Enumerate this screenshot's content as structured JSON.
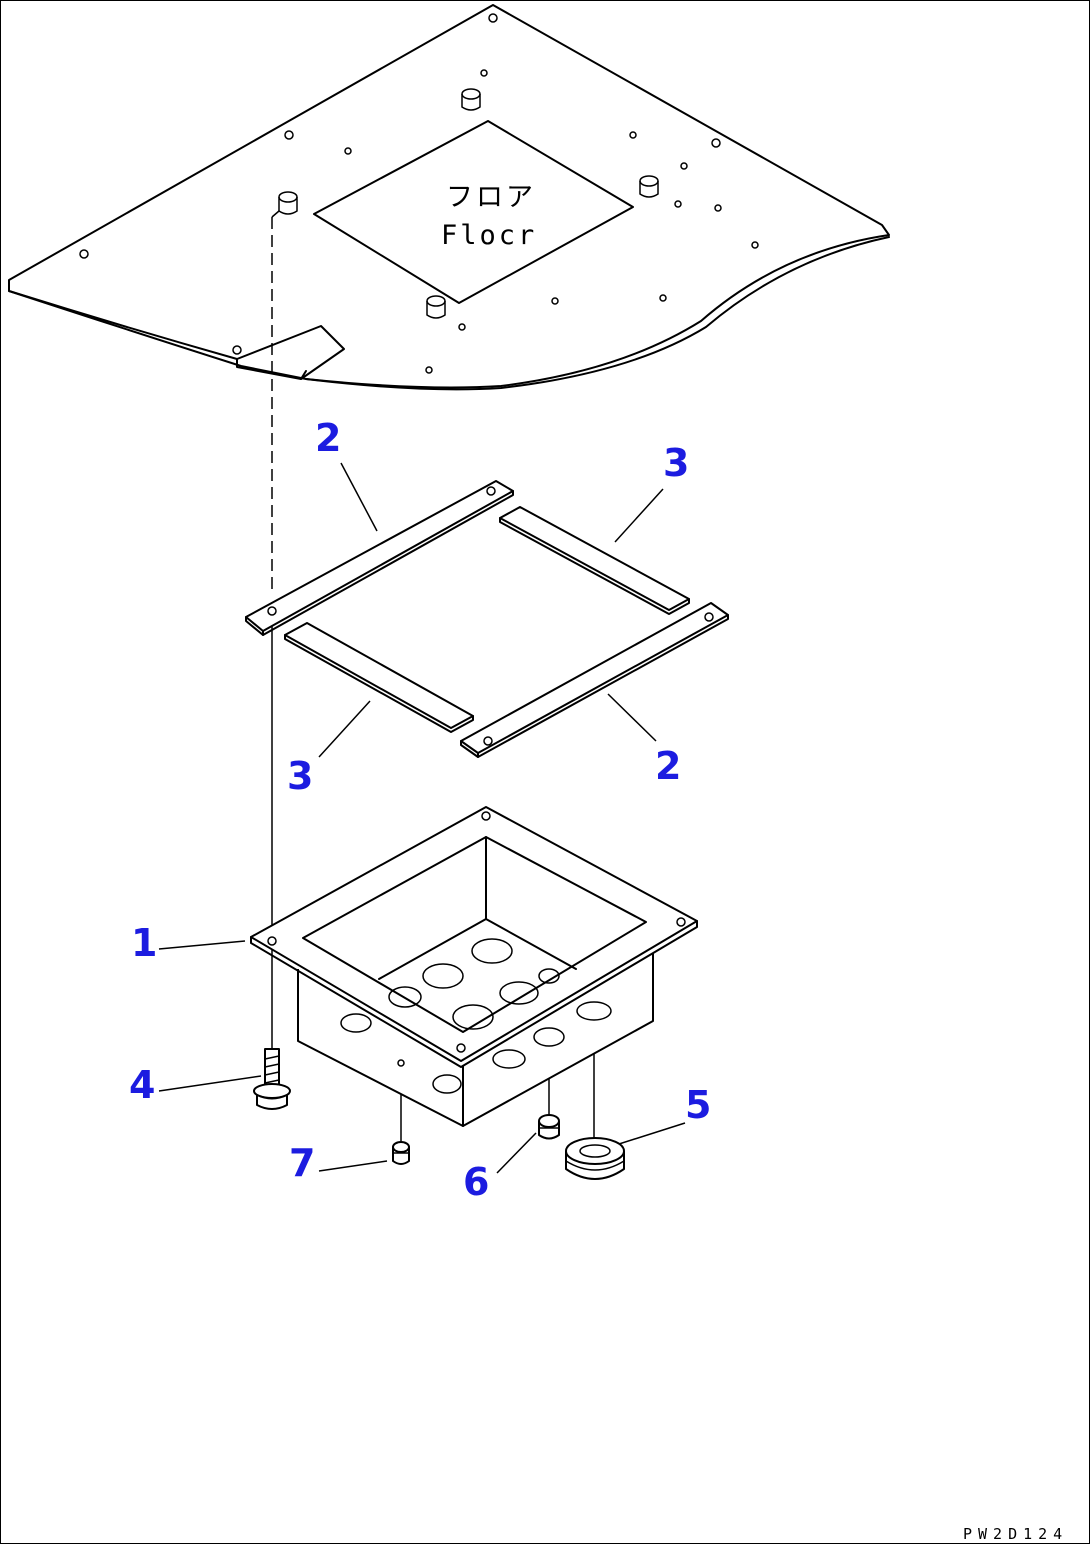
{
  "floor": {
    "label_jp": "フロア",
    "label_en": "Flocr"
  },
  "callouts": [
    "1",
    "2",
    "2",
    "3",
    "3",
    "4",
    "5",
    "6",
    "7"
  ],
  "drawing_code": "PW2D124"
}
